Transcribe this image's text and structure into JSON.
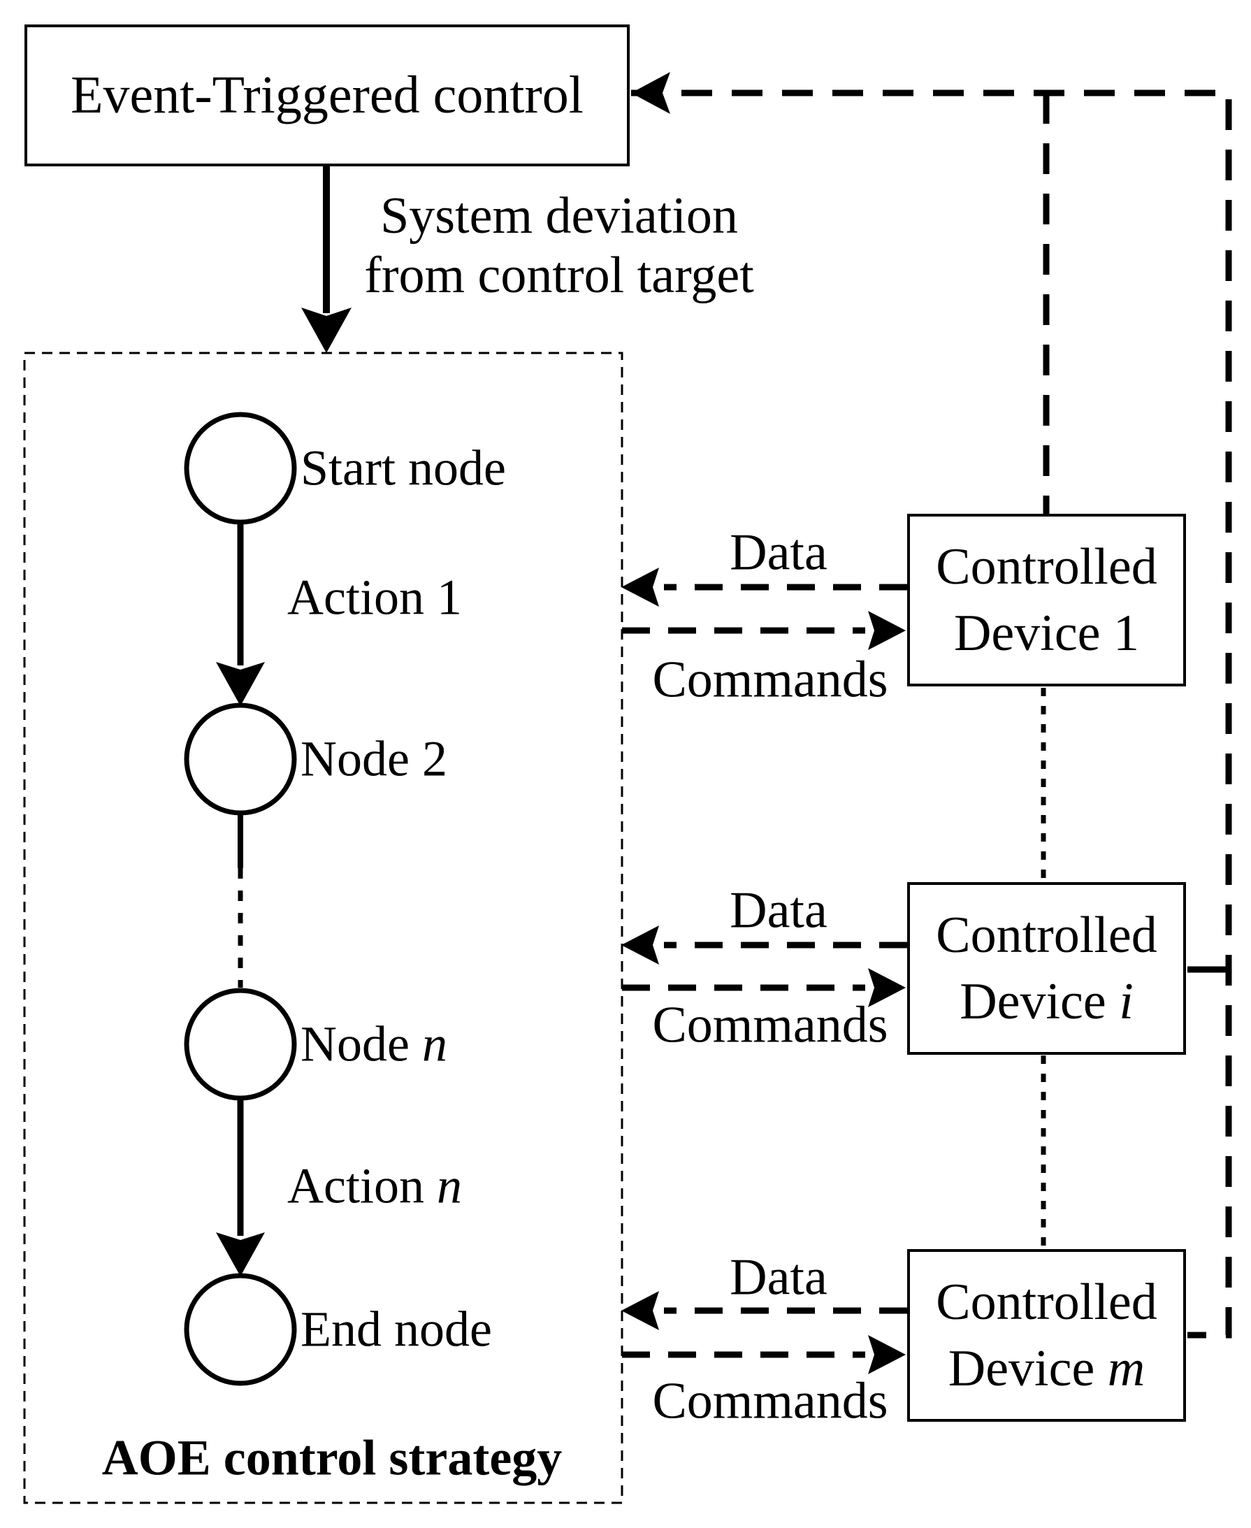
{
  "diagram": {
    "colors": {
      "ink": "#000000",
      "background": "#ffffff"
    },
    "controller": {
      "title": "Event-Triggered control"
    },
    "trigger": {
      "line1": "System deviation",
      "line2": "from control target"
    },
    "aoe": {
      "title": "AOE control strategy",
      "nodes": [
        {
          "label": "Start node",
          "it": ""
        },
        {
          "label": "Node 2",
          "it": ""
        },
        {
          "label": "Node ",
          "it": "n"
        },
        {
          "label": "End node",
          "it": ""
        }
      ],
      "actions": [
        {
          "label": "Action 1",
          "it": ""
        },
        {
          "label": "Action ",
          "it": "n"
        }
      ]
    },
    "devices": [
      {
        "line1": "Controlled",
        "line2": "Device 1",
        "it": "",
        "data_label": "Data",
        "commands_label": "Commands"
      },
      {
        "line1": "Controlled",
        "line2": "Device ",
        "it": "i",
        "data_label": "Data",
        "commands_label": "Commands"
      },
      {
        "line1": "Controlled",
        "line2": "Device ",
        "it": "m",
        "data_label": "Data",
        "commands_label": "Commands"
      }
    ]
  }
}
